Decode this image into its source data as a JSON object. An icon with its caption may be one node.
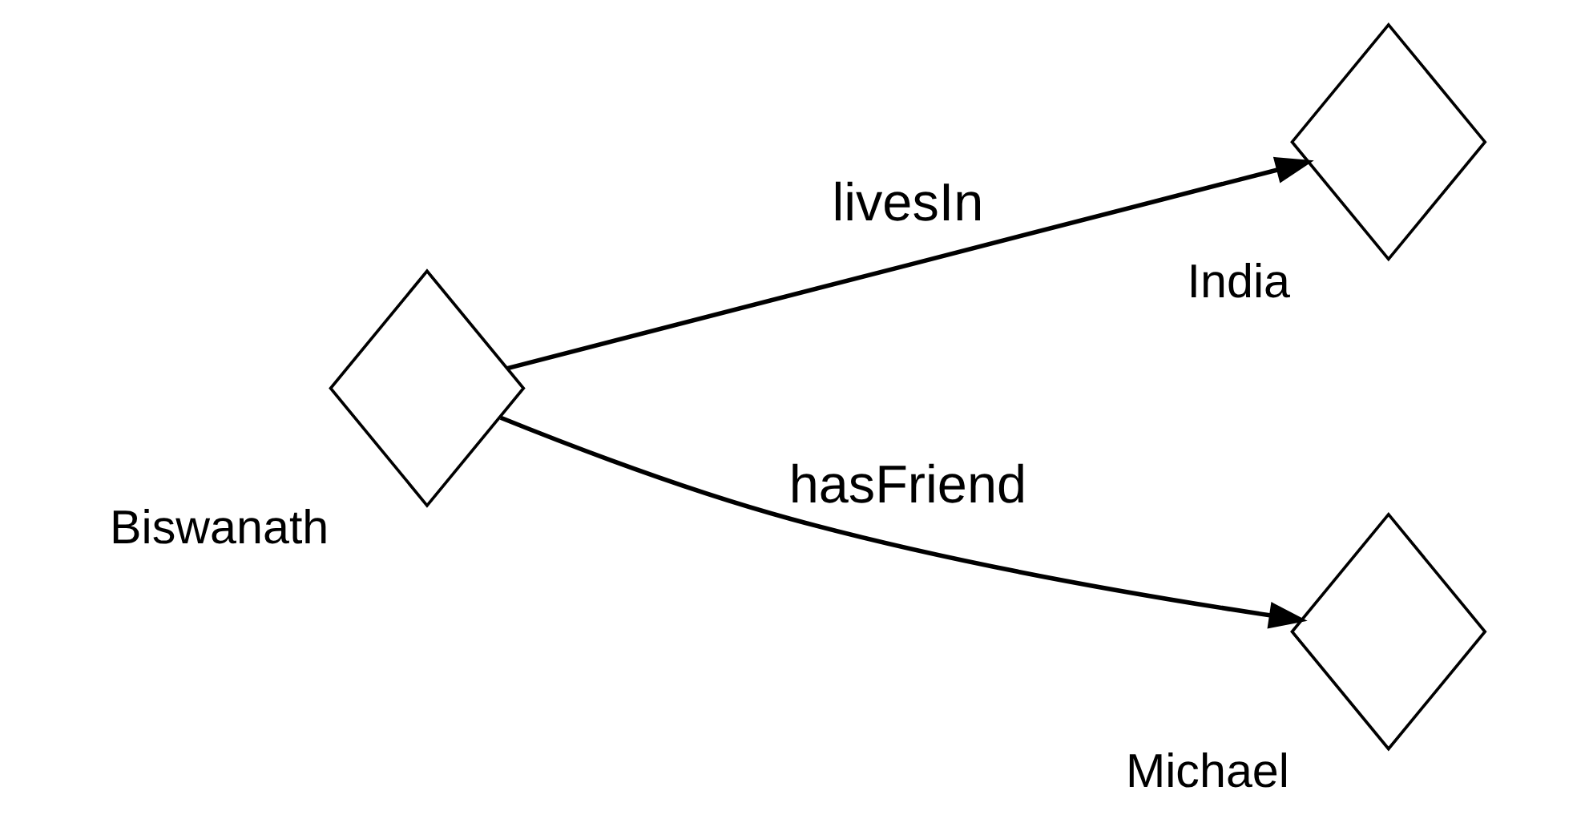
{
  "diagram": {
    "nodes": [
      {
        "text": [],
        "shape": "diamond",
        "beside": [
          "Biswanath"
        ]
      },
      {
        "text": [],
        "shape": "diamond",
        "beside": [
          "India"
        ]
      },
      {
        "text": [],
        "shape": "diamond",
        "beside": [
          "Michael"
        ]
      }
    ],
    "edges": [
      {
        "from": 0,
        "to": 1,
        "arrow": "to",
        "label": "livesIn"
      },
      {
        "from": 0,
        "to": 2,
        "arrow": "to",
        "label": "hasFriend"
      }
    ]
  }
}
